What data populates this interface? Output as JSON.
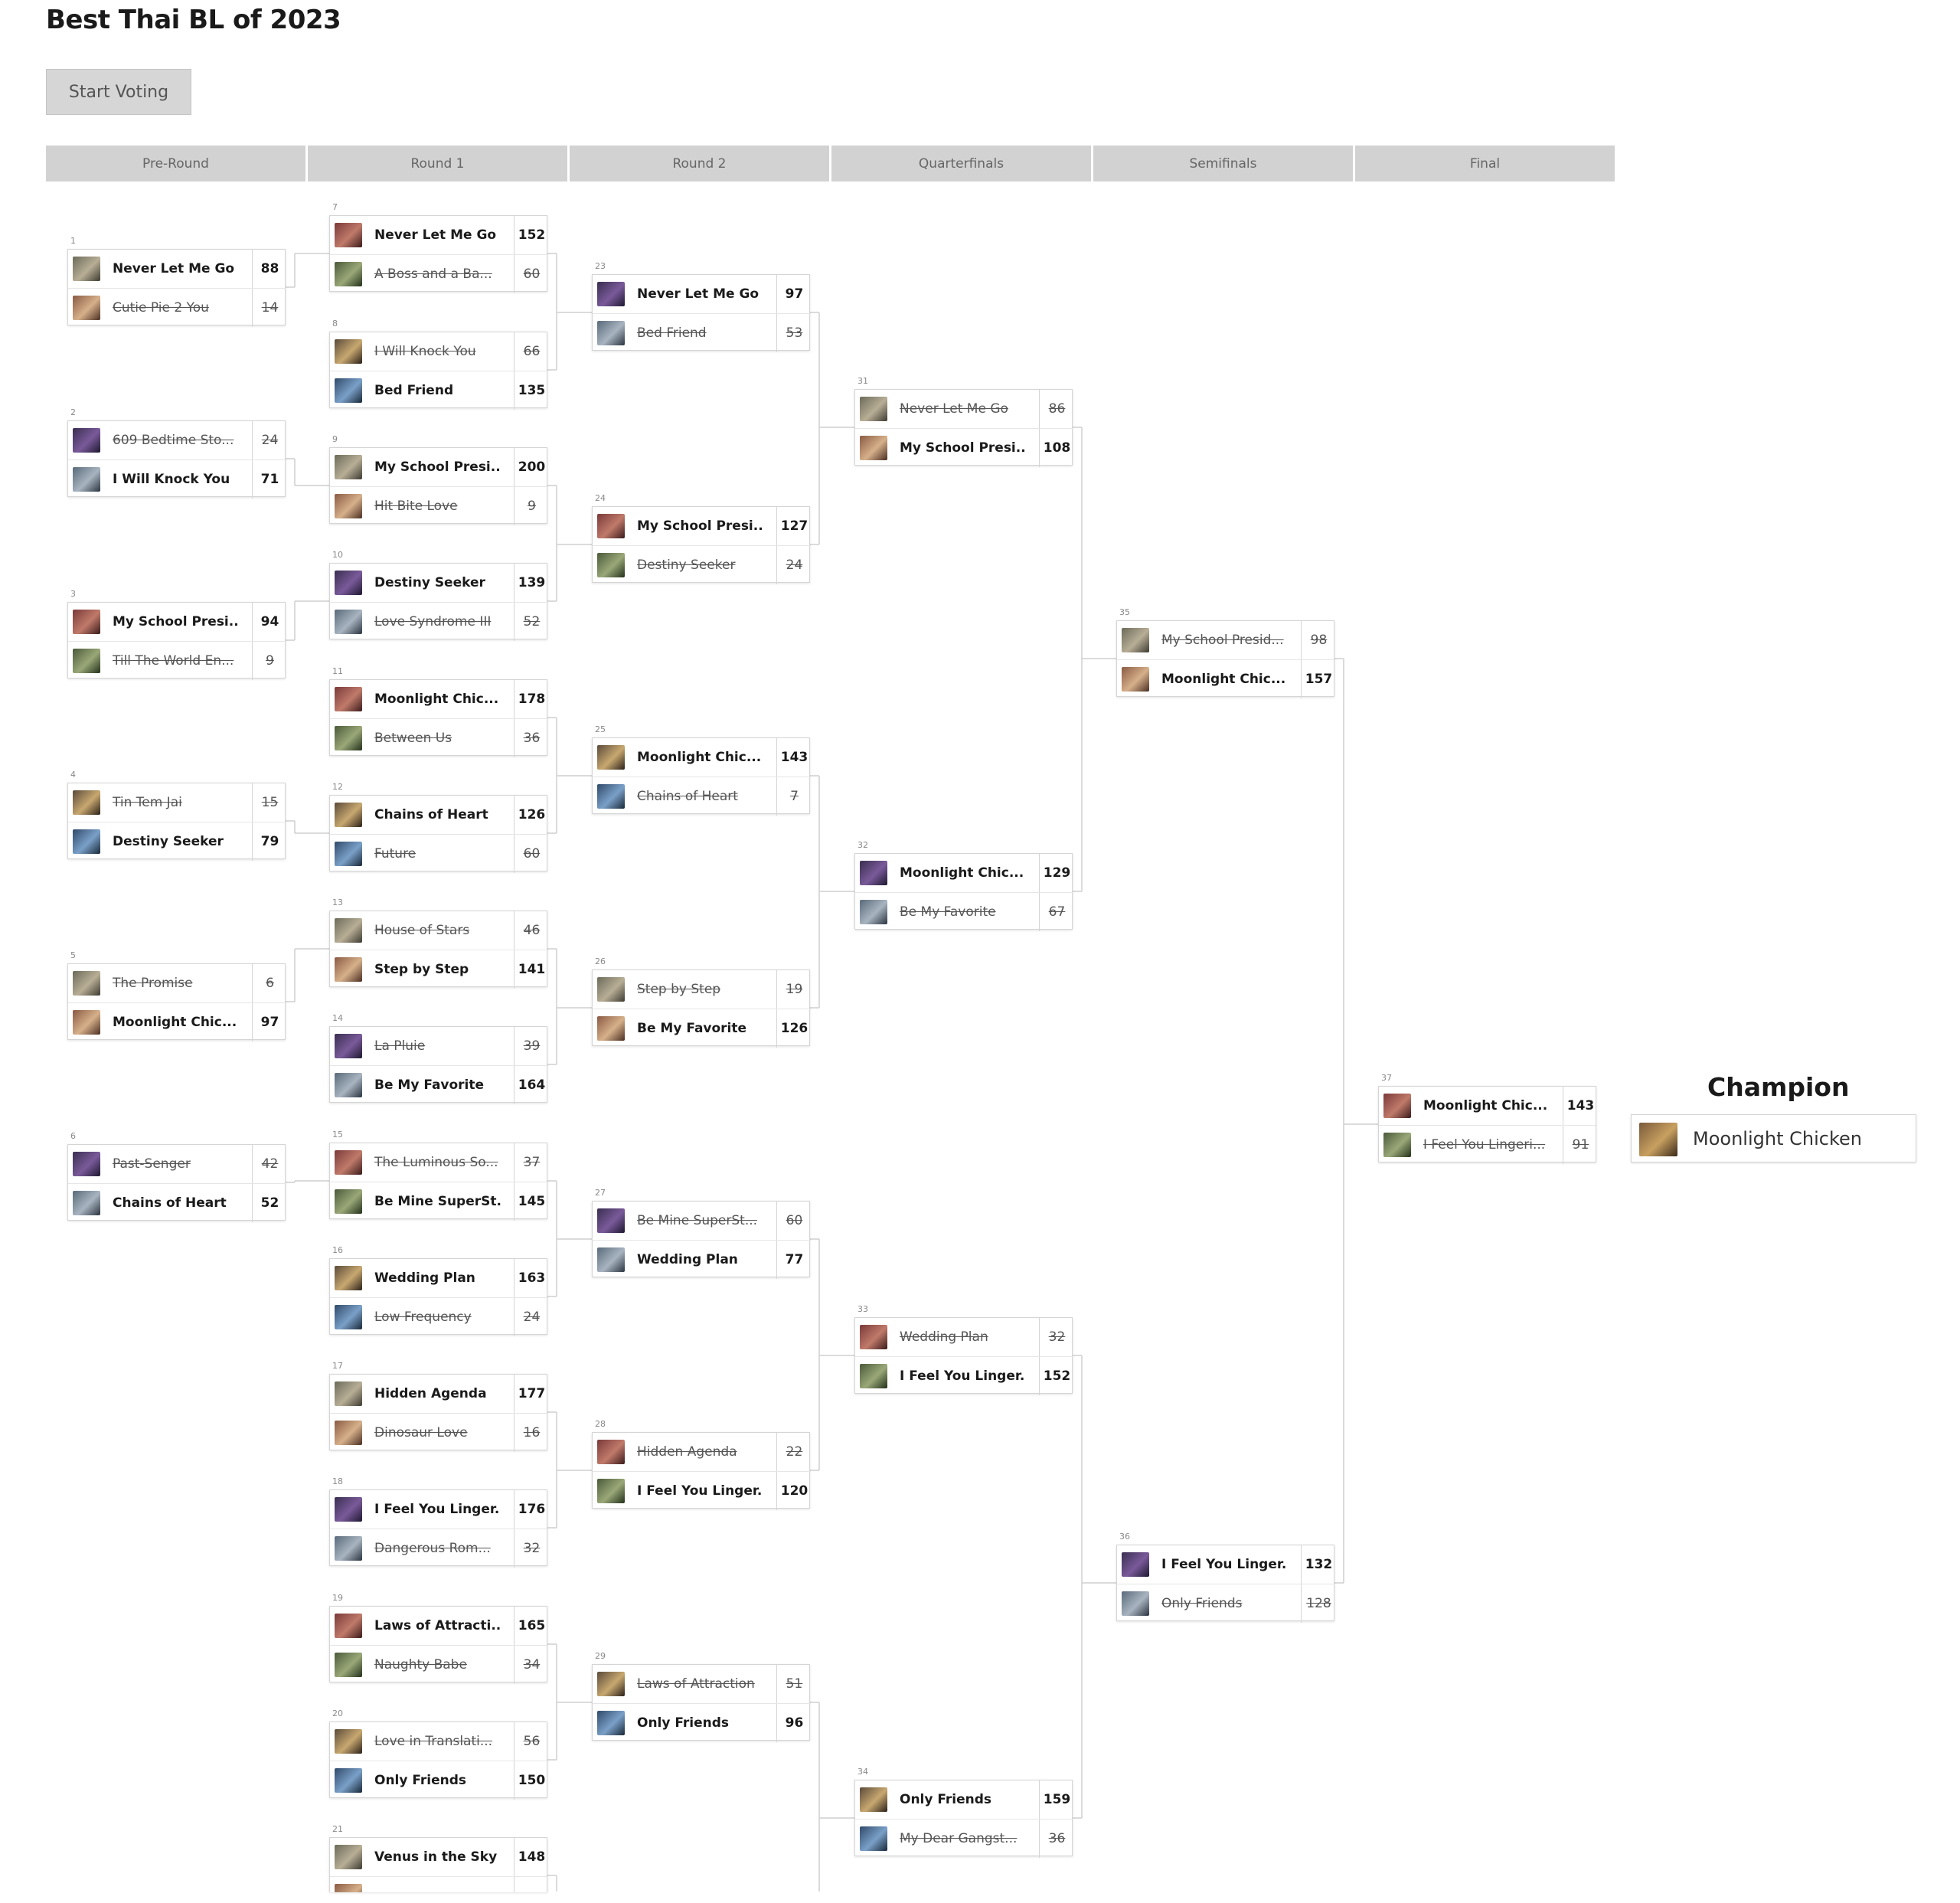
{
  "title": "Best Thai BL of 2023",
  "start_button": "Start Voting",
  "rounds": [
    "Pre-Round",
    "Round 1",
    "Round 2",
    "Quarterfinals",
    "Semifinals",
    "Final"
  ],
  "champion": {
    "label": "Champion",
    "name": "Moonlight Chicken"
  },
  "matches": [
    {
      "num": "1",
      "teams": [
        {
          "name": "Never Let Me Go",
          "score": "88",
          "win": true
        },
        {
          "name": "Cutie Pie 2 You",
          "score": "14",
          "win": false
        }
      ]
    },
    {
      "num": "2",
      "teams": [
        {
          "name": "609 Bedtime Sto...",
          "score": "24",
          "win": false
        },
        {
          "name": "I Will Knock You",
          "score": "71",
          "win": true
        }
      ]
    },
    {
      "num": "3",
      "teams": [
        {
          "name": "My School Presi...",
          "score": "94",
          "win": true
        },
        {
          "name": "Till The World En...",
          "score": "9",
          "win": false
        }
      ]
    },
    {
      "num": "4",
      "teams": [
        {
          "name": "Tin Tem Jai",
          "score": "15",
          "win": false
        },
        {
          "name": "Destiny Seeker",
          "score": "79",
          "win": true
        }
      ]
    },
    {
      "num": "5",
      "teams": [
        {
          "name": "The Promise",
          "score": "6",
          "win": false
        },
        {
          "name": "Moonlight Chic...",
          "score": "97",
          "win": true
        }
      ]
    },
    {
      "num": "6",
      "teams": [
        {
          "name": "Past-Senger",
          "score": "42",
          "win": false
        },
        {
          "name": "Chains of Heart",
          "score": "52",
          "win": true
        }
      ]
    },
    {
      "num": "7",
      "teams": [
        {
          "name": "Never Let Me Go",
          "score": "152",
          "win": true
        },
        {
          "name": "A Boss and a Ba...",
          "score": "60",
          "win": false
        }
      ]
    },
    {
      "num": "8",
      "teams": [
        {
          "name": "I Will Knock You",
          "score": "66",
          "win": false
        },
        {
          "name": "Bed Friend",
          "score": "135",
          "win": true
        }
      ]
    },
    {
      "num": "9",
      "teams": [
        {
          "name": "My School Presi...",
          "score": "200",
          "win": true
        },
        {
          "name": "Hit Bite Love",
          "score": "9",
          "win": false
        }
      ]
    },
    {
      "num": "10",
      "teams": [
        {
          "name": "Destiny Seeker",
          "score": "139",
          "win": true
        },
        {
          "name": "Love Syndrome III",
          "score": "52",
          "win": false
        }
      ]
    },
    {
      "num": "11",
      "teams": [
        {
          "name": "Moonlight Chic...",
          "score": "178",
          "win": true
        },
        {
          "name": "Between Us",
          "score": "36",
          "win": false
        }
      ]
    },
    {
      "num": "12",
      "teams": [
        {
          "name": "Chains of Heart",
          "score": "126",
          "win": true
        },
        {
          "name": "Future",
          "score": "60",
          "win": false
        }
      ]
    },
    {
      "num": "13",
      "teams": [
        {
          "name": "House of Stars",
          "score": "46",
          "win": false
        },
        {
          "name": "Step by Step",
          "score": "141",
          "win": true
        }
      ]
    },
    {
      "num": "14",
      "teams": [
        {
          "name": "La Pluie",
          "score": "39",
          "win": false
        },
        {
          "name": "Be My Favorite",
          "score": "164",
          "win": true
        }
      ]
    },
    {
      "num": "15",
      "teams": [
        {
          "name": "The Luminous So...",
          "score": "37",
          "win": false
        },
        {
          "name": "Be Mine SuperSt...",
          "score": "145",
          "win": true
        }
      ]
    },
    {
      "num": "16",
      "teams": [
        {
          "name": "Wedding Plan",
          "score": "163",
          "win": true
        },
        {
          "name": "Low Frequency",
          "score": "24",
          "win": false
        }
      ]
    },
    {
      "num": "17",
      "teams": [
        {
          "name": "Hidden Agenda",
          "score": "177",
          "win": true
        },
        {
          "name": "Dinosaur Love",
          "score": "16",
          "win": false
        }
      ]
    },
    {
      "num": "18",
      "teams": [
        {
          "name": "I Feel You Linger...",
          "score": "176",
          "win": true
        },
        {
          "name": "Dangerous Rom...",
          "score": "32",
          "win": false
        }
      ]
    },
    {
      "num": "19",
      "teams": [
        {
          "name": "Laws of Attracti...",
          "score": "165",
          "win": true
        },
        {
          "name": "Naughty Babe",
          "score": "34",
          "win": false
        }
      ]
    },
    {
      "num": "20",
      "teams": [
        {
          "name": "Love in Translati...",
          "score": "56",
          "win": false
        },
        {
          "name": "Only Friends",
          "score": "150",
          "win": true
        }
      ]
    },
    {
      "num": "21",
      "teams": [
        {
          "name": "Venus in the Sky",
          "score": "148",
          "win": true
        },
        {
          "name": "",
          "score": "",
          "win": false
        }
      ]
    },
    {
      "num": "23",
      "teams": [
        {
          "name": "Never Let Me Go",
          "score": "97",
          "win": true
        },
        {
          "name": "Bed Friend",
          "score": "53",
          "win": false
        }
      ]
    },
    {
      "num": "24",
      "teams": [
        {
          "name": "My School Presi...",
          "score": "127",
          "win": true
        },
        {
          "name": "Destiny Seeker",
          "score": "24",
          "win": false
        }
      ]
    },
    {
      "num": "25",
      "teams": [
        {
          "name": "Moonlight Chic...",
          "score": "143",
          "win": true
        },
        {
          "name": "Chains of Heart",
          "score": "7",
          "win": false
        }
      ]
    },
    {
      "num": "26",
      "teams": [
        {
          "name": "Step by Step",
          "score": "19",
          "win": false
        },
        {
          "name": "Be My Favorite",
          "score": "126",
          "win": true
        }
      ]
    },
    {
      "num": "27",
      "teams": [
        {
          "name": "Be Mine SuperSt...",
          "score": "60",
          "win": false
        },
        {
          "name": "Wedding Plan",
          "score": "77",
          "win": true
        }
      ]
    },
    {
      "num": "28",
      "teams": [
        {
          "name": "Hidden Agenda",
          "score": "22",
          "win": false
        },
        {
          "name": "I Feel You Linger...",
          "score": "120",
          "win": true
        }
      ]
    },
    {
      "num": "29",
      "teams": [
        {
          "name": "Laws of Attraction",
          "score": "51",
          "win": false
        },
        {
          "name": "Only Friends",
          "score": "96",
          "win": true
        }
      ]
    },
    {
      "num": "31",
      "teams": [
        {
          "name": "Never Let Me Go",
          "score": "86",
          "win": false
        },
        {
          "name": "My School Presi...",
          "score": "108",
          "win": true
        }
      ]
    },
    {
      "num": "32",
      "teams": [
        {
          "name": "Moonlight Chic...",
          "score": "129",
          "win": true
        },
        {
          "name": "Be My Favorite",
          "score": "67",
          "win": false
        }
      ]
    },
    {
      "num": "33",
      "teams": [
        {
          "name": "Wedding Plan",
          "score": "32",
          "win": false
        },
        {
          "name": "I Feel You Linger...",
          "score": "152",
          "win": true
        }
      ]
    },
    {
      "num": "34",
      "teams": [
        {
          "name": "Only Friends",
          "score": "159",
          "win": true
        },
        {
          "name": "My Dear Gangst...",
          "score": "36",
          "win": false
        }
      ]
    },
    {
      "num": "35",
      "teams": [
        {
          "name": "My School Presid...",
          "score": "98",
          "win": false
        },
        {
          "name": "Moonlight Chic...",
          "score": "157",
          "win": true
        }
      ]
    },
    {
      "num": "36",
      "teams": [
        {
          "name": "I Feel You Linger...",
          "score": "132",
          "win": true
        },
        {
          "name": "Only Friends",
          "score": "128",
          "win": false
        }
      ]
    },
    {
      "num": "37",
      "teams": [
        {
          "name": "Moonlight Chic...",
          "score": "143",
          "win": true
        },
        {
          "name": "I Feel You Lingeri...",
          "score": "91",
          "win": false
        }
      ]
    }
  ]
}
